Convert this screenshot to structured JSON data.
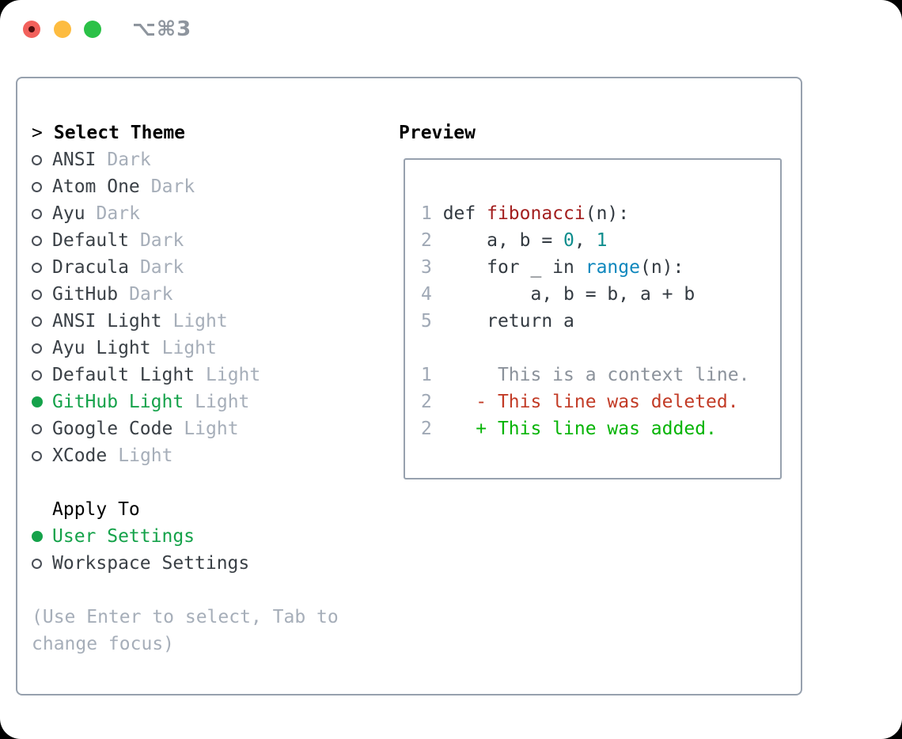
{
  "titlebar": {
    "shortcut_label": "⌥⌘3",
    "traffic_lights": [
      "close",
      "minimize",
      "zoom"
    ]
  },
  "colors": {
    "selection_green": "#15a24a",
    "muted_gray": "#a6aeb9",
    "text_dark": "#3a4046",
    "border_gray": "#97a1ae",
    "syntax_title_red": "#a31f1f",
    "syntax_number_teal": "#0d8d8d",
    "syntax_builtin_blue": "#0e87bd",
    "diff_deleted_red": "#c23b26",
    "diff_added_green": "#06b406",
    "diff_context_gray": "#8b929b"
  },
  "theme_panel": {
    "header": {
      "prompt": ">",
      "label": "Select Theme"
    },
    "themes": [
      {
        "name": "ANSI",
        "variant": "Dark",
        "selected": false
      },
      {
        "name": "Atom One",
        "variant": "Dark",
        "selected": false
      },
      {
        "name": "Ayu",
        "variant": "Dark",
        "selected": false
      },
      {
        "name": "Default",
        "variant": "Dark",
        "selected": false
      },
      {
        "name": "Dracula",
        "variant": "Dark",
        "selected": false
      },
      {
        "name": "GitHub",
        "variant": "Dark",
        "selected": false
      },
      {
        "name": "ANSI Light",
        "variant": "Light",
        "selected": false
      },
      {
        "name": "Ayu Light",
        "variant": "Light",
        "selected": false
      },
      {
        "name": "Default Light",
        "variant": "Light",
        "selected": false
      },
      {
        "name": "GitHub Light",
        "variant": "Light",
        "selected": true
      },
      {
        "name": "Google Code",
        "variant": "Light",
        "selected": false
      },
      {
        "name": "XCode",
        "variant": "Light",
        "selected": false
      }
    ],
    "apply_to": {
      "label": "Apply To",
      "options": [
        {
          "name": "User Settings",
          "selected": true
        },
        {
          "name": "Workspace Settings",
          "selected": false
        }
      ]
    },
    "hint_lines": [
      "(Use Enter to select, Tab to",
      "change focus)"
    ]
  },
  "preview": {
    "title": "Preview",
    "code_lines": [
      [
        {
          "text": "1 ",
          "style": "num"
        },
        {
          "text": "def ",
          "style": "plain"
        },
        {
          "text": "fibonacci",
          "style": "title"
        },
        {
          "text": "(n):",
          "style": "plain"
        }
      ],
      [
        {
          "text": "2 ",
          "style": "num"
        },
        {
          "text": "    a, b = ",
          "style": "plain"
        },
        {
          "text": "0",
          "style": "number"
        },
        {
          "text": ", ",
          "style": "plain"
        },
        {
          "text": "1",
          "style": "number"
        }
      ],
      [
        {
          "text": "3 ",
          "style": "num"
        },
        {
          "text": "    for _ in ",
          "style": "plain"
        },
        {
          "text": "range",
          "style": "builtin"
        },
        {
          "text": "(n):",
          "style": "plain"
        }
      ],
      [
        {
          "text": "4 ",
          "style": "num"
        },
        {
          "text": "        a, b = b, a + b",
          "style": "plain"
        }
      ],
      [
        {
          "text": "5 ",
          "style": "num"
        },
        {
          "text": "    return a",
          "style": "plain"
        }
      ],
      [],
      [
        {
          "text": "1 ",
          "style": "num"
        },
        {
          "text": "     This is a context line.",
          "style": "context"
        }
      ],
      [
        {
          "text": "2 ",
          "style": "num"
        },
        {
          "text": "   - This line was deleted.",
          "style": "deleted"
        }
      ],
      [
        {
          "text": "2 ",
          "style": "num"
        },
        {
          "text": "   + This line was added.",
          "style": "added"
        }
      ]
    ]
  }
}
